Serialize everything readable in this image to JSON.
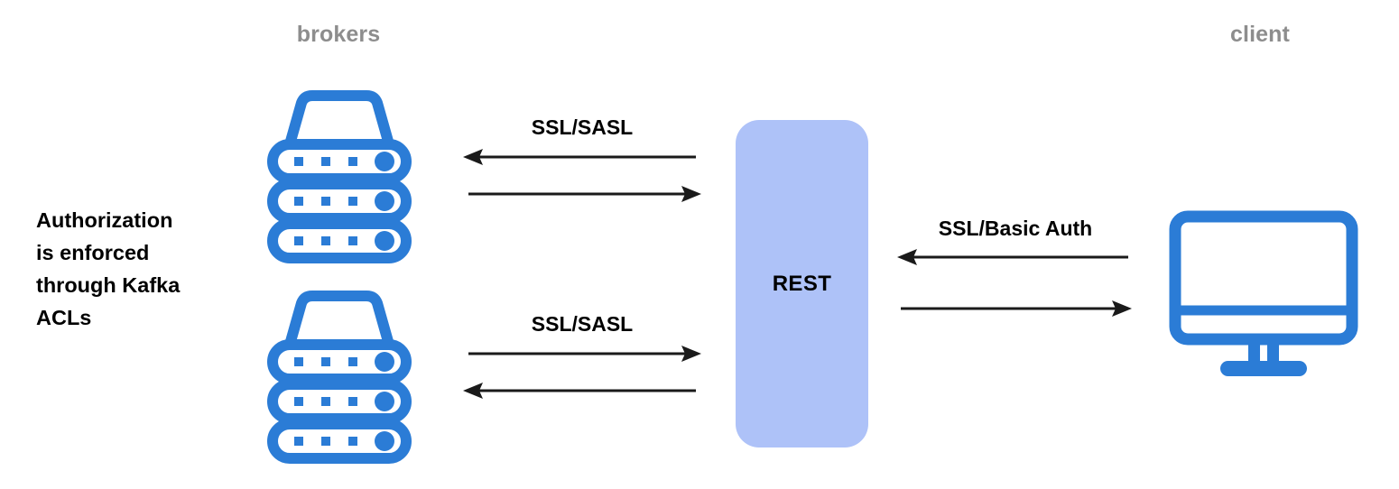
{
  "diagram": {
    "title_brokers": "brokers",
    "title_client": "client",
    "annotation": "Authorization is enforced through Kafka ACLs",
    "annotation_lines": [
      "Authorization",
      "is enforced",
      "through Kafka",
      "ACLs"
    ],
    "gateway": {
      "label": "REST",
      "fill": "#aec2f8"
    },
    "nodes": [
      {
        "id": "broker-top",
        "icon": "server-stack-icon",
        "label": "brokers",
        "color": "#2b7cd6"
      },
      {
        "id": "broker-bottom",
        "icon": "server-stack-icon",
        "label": "brokers",
        "color": "#2b7cd6"
      },
      {
        "id": "client",
        "icon": "monitor-icon",
        "label": "client",
        "color": "#2b7cd6"
      }
    ],
    "connections": [
      {
        "id": "brokers-top-rest",
        "label": "SSL/SASL",
        "from": "rest",
        "to": "broker-top",
        "arrows": [
          {
            "direction": "left",
            "meaning": "rest-to-broker"
          },
          {
            "direction": "right",
            "meaning": "broker-to-rest"
          }
        ]
      },
      {
        "id": "brokers-bottom-rest",
        "label": "SSL/SASL",
        "from": "broker-bottom",
        "to": "rest",
        "arrows": [
          {
            "direction": "right",
            "meaning": "broker-to-rest"
          },
          {
            "direction": "left",
            "meaning": "rest-to-broker"
          }
        ]
      },
      {
        "id": "rest-client",
        "label": "SSL/Basic Auth",
        "from": "client",
        "to": "rest",
        "arrows": [
          {
            "direction": "left",
            "meaning": "client-to-rest"
          },
          {
            "direction": "right",
            "meaning": "rest-to-client"
          }
        ]
      }
    ],
    "colors": {
      "accent_blue": "#2b7cd6",
      "gateway_fill": "#aec2f8",
      "heading_gray": "#8d8d8d",
      "arrow_black": "#1a1a1a",
      "background": "#ffffff"
    }
  }
}
